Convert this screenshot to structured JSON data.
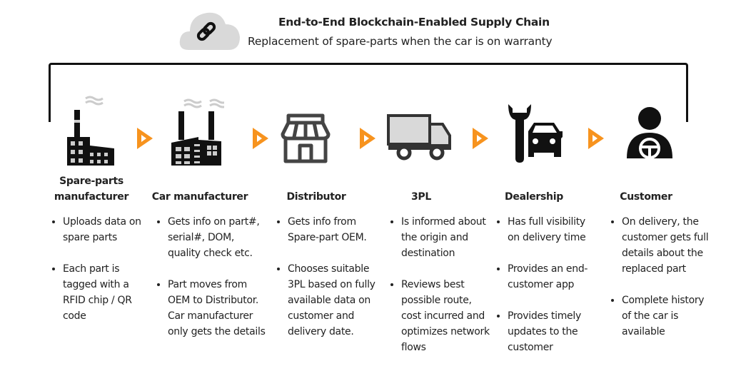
{
  "header": {
    "title": "End-to-End Blockchain-Enabled Supply Chain",
    "subtitle": "Replacement of spare-parts when the car is on warranty",
    "icon": "cloud-chain-link-icon"
  },
  "colors": {
    "arrow": "#f7931e",
    "cloud": "#d9d9d9",
    "icon": "#111111"
  },
  "stages": [
    {
      "label": "Spare-parts manufacturer",
      "icon": "factory-icon",
      "bullets": [
        "Uploads data on spare parts",
        "Each part is tagged with a RFID chip / QR code"
      ]
    },
    {
      "label": "Car manufacturer",
      "icon": "car-factory-icon",
      "bullets": [
        "Gets info on part#, serial#, DOM, quality check etc.",
        "Part moves from OEM to Distributor. Car manufacturer only gets the details"
      ]
    },
    {
      "label": "Distributor",
      "icon": "store-icon",
      "bullets": [
        "Gets info from Spare-part OEM.",
        "Chooses suitable 3PL based on fully available data on customer and delivery date."
      ]
    },
    {
      "label": "3PL",
      "icon": "truck-icon",
      "bullets": [
        "Is informed about the origin and destination",
        "Reviews best possible route, cost incurred and optimizes network flows"
      ]
    },
    {
      "label": "Dealership",
      "icon": "wrench-car-icon",
      "bullets": [
        "Has full visibility on delivery time",
        "Provides an end-customer app",
        "Provides timely updates to the customer"
      ]
    },
    {
      "label": "Customer",
      "icon": "driver-icon",
      "bullets": [
        "On delivery, the customer gets full details about the replaced part",
        "Complete history of the car is available"
      ]
    }
  ]
}
